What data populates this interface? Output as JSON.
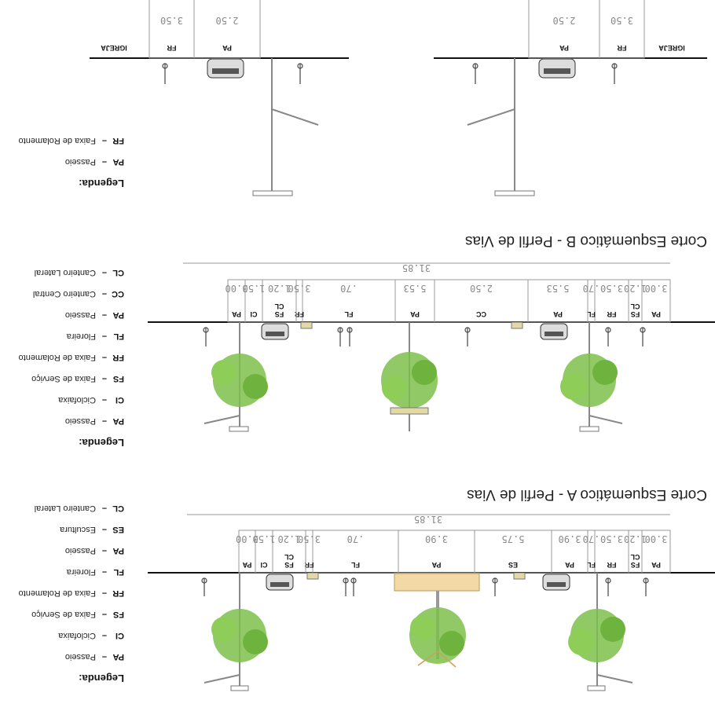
{
  "sections": [
    {
      "id": "A",
      "title": "Corte Esquemático A - Perfil de Vias",
      "total": "31.85",
      "segments": [
        {
          "code": "PA",
          "dim": "3.00"
        },
        {
          "code": "FS CL",
          "dim": "1.20"
        },
        {
          "code": "FR",
          "dim": "3.50"
        },
        {
          "code": "FL",
          "dim": ".70"
        },
        {
          "code": "PA",
          "dim": "3.90"
        },
        {
          "code": "ES",
          "dim": "5.75"
        },
        {
          "code": "PA",
          "dim": "3.90"
        },
        {
          "code": "FL",
          "dim": ".70"
        },
        {
          "code": "FR",
          "dim": "3.50"
        },
        {
          "code": "FS CL",
          "dim": "1.20"
        },
        {
          "code": "CI",
          "dim": "1.50"
        },
        {
          "code": "PA",
          "dim": "3.00"
        }
      ],
      "legend": {
        "heading": "Legenda:",
        "items": [
          {
            "code": "PA",
            "text": "Passeio"
          },
          {
            "code": "CI",
            "text": "Ciclofaixa"
          },
          {
            "code": "FS",
            "text": "Faixa de Serviço"
          },
          {
            "code": "FR",
            "text": "Faixa de Rolamento"
          },
          {
            "code": "FL",
            "text": "Floreira"
          },
          {
            "code": "PA",
            "text": "Passeio"
          },
          {
            "code": "ES",
            "text": "Escultura"
          },
          {
            "code": "CL",
            "text": "Canteiro Lateral"
          }
        ]
      }
    },
    {
      "id": "B",
      "title": "Corte Esquemático B - Perfil de Vias",
      "total": "31.85",
      "segments": [
        {
          "code": "PA",
          "dim": "3.00"
        },
        {
          "code": "FS CL",
          "dim": "1.20"
        },
        {
          "code": "FR",
          "dim": "3.50"
        },
        {
          "code": "FL",
          "dim": ".70"
        },
        {
          "code": "PA",
          "dim": "5.53"
        },
        {
          "code": "CC",
          "dim": "2.50"
        },
        {
          "code": "PA",
          "dim": "5.53"
        },
        {
          "code": "FL",
          "dim": ".70"
        },
        {
          "code": "FR",
          "dim": "3.50"
        },
        {
          "code": "FS CL",
          "dim": "1.20"
        },
        {
          "code": "CI",
          "dim": "1.50"
        },
        {
          "code": "PA",
          "dim": "3.00"
        }
      ],
      "legend": {
        "heading": "Legenda:",
        "items": [
          {
            "code": "PA",
            "text": "Passeio"
          },
          {
            "code": "CI",
            "text": "Ciclofaixa"
          },
          {
            "code": "FS",
            "text": "Faixa de Serviço"
          },
          {
            "code": "FR",
            "text": "Faixa de Rolamento"
          },
          {
            "code": "FL",
            "text": "Floreira"
          },
          {
            "code": "PA",
            "text": "Passeio"
          },
          {
            "code": "CC",
            "text": "Canteiro Central"
          },
          {
            "code": "CL",
            "text": "Canteiro Lateral"
          }
        ]
      }
    },
    {
      "id": "C",
      "legend": {
        "heading": "Legenda:",
        "items": [
          {
            "code": "PA",
            "text": "Passeio"
          },
          {
            "code": "FR",
            "text": "Faixa de Rolamento"
          }
        ]
      },
      "left": {
        "church": "IGREJA",
        "segments": [
          {
            "code": "FR",
            "dim": "3.50"
          },
          {
            "code": "PA",
            "dim": "2.50"
          }
        ]
      },
      "right": {
        "church": "IGREJA",
        "segments": [
          {
            "code": "PA",
            "dim": "2.50"
          },
          {
            "code": "FR",
            "dim": "3.50"
          }
        ]
      }
    }
  ],
  "colors": {
    "tree": "#7cc04a",
    "branch": "#c8a25a",
    "ground": "#111111",
    "sculpture_fill": "#f2d9a6",
    "planter": "#e3d9a4"
  }
}
